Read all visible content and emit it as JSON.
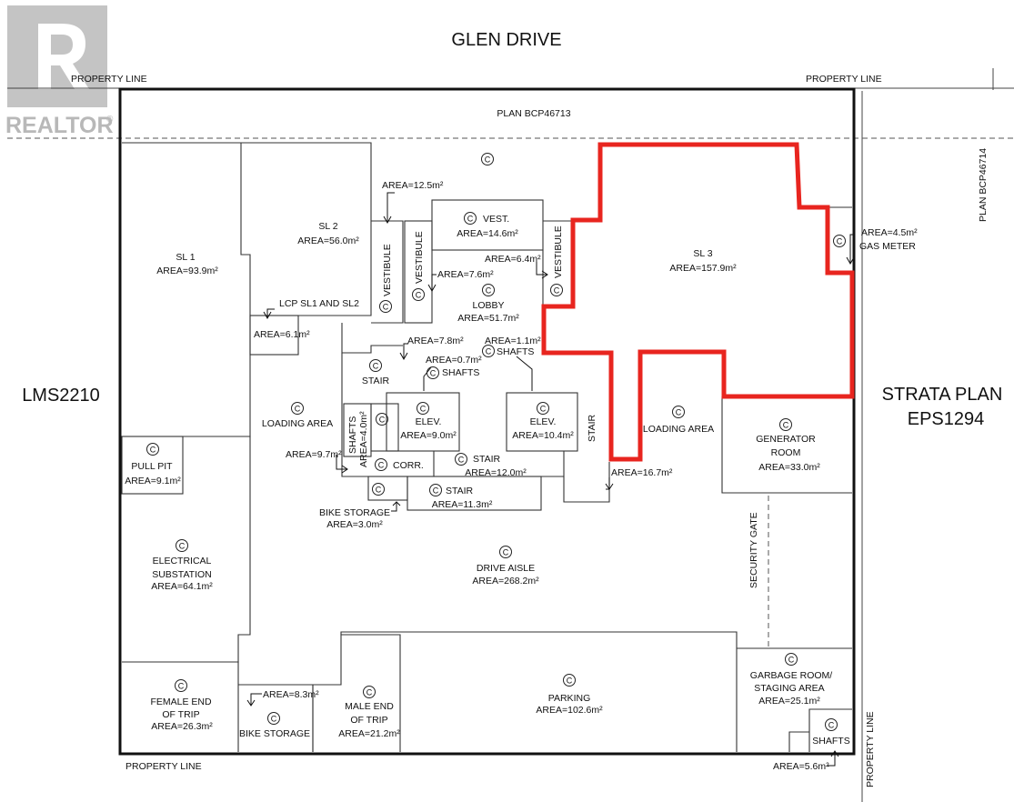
{
  "watermark": {
    "brand": "REALTOR",
    "reg_mark": "®"
  },
  "streets": {
    "top": "GLEN DRIVE",
    "left": "LMS2210",
    "right_line1": "STRATA PLAN",
    "right_line2": "EPS1294"
  },
  "property_lines": {
    "top_left": "PROPERTY LINE",
    "top_right": "PROPERTY LINE",
    "bottom_left": "PROPERTY LINE",
    "bottom_right": "PROPERTY LINE"
  },
  "plans": {
    "top": "PLAN BCP46713",
    "right": "PLAN BCP46714"
  },
  "common_symbol": "C",
  "rooms": {
    "sl1": {
      "name": "SL 1",
      "area": "AREA=93.9m²"
    },
    "sl2": {
      "name": "SL 2",
      "area": "AREA=56.0m²"
    },
    "sl3": {
      "name": "SL 3",
      "area": "AREA=157.9m²"
    },
    "lcp": {
      "name": "LCP SL1 AND SL2",
      "area": "AREA=6.1m²"
    },
    "vest": {
      "name": "VEST.",
      "area": "AREA=14.6m²"
    },
    "vestibule_a": "VESTIBULE",
    "vestibule_b": "VESTIBULE",
    "vestibule_c": "VESTIBULE",
    "lobby": {
      "name": "LOBBY",
      "area": "AREA=51.7m²"
    },
    "area_12_5": "AREA=12.5m²",
    "area_7_6": "AREA=7.6m²",
    "area_6_4": "AREA=6.4m²",
    "gas_meter": {
      "area": "AREA=4.5m²",
      "name": "GAS METER"
    },
    "area_7_8": "AREA=7.8m²",
    "stair_left": "STAIR",
    "shafts_a": {
      "area": "AREA=0.7m²",
      "name": "SHAFTS"
    },
    "shafts_b": {
      "area": "AREA=1.1m²",
      "name": "SHAFTS"
    },
    "elev1": {
      "name": "ELEV.",
      "area": "AREA=9.0m²"
    },
    "elev2": {
      "name": "ELEV.",
      "area": "AREA=10.4m²"
    },
    "shafts_c": {
      "name": "SHAFTS",
      "area": "AREA=4.0m²"
    },
    "loading_left": "LOADING AREA",
    "loading_right": "LOADING AREA",
    "stair_mid": {
      "name": "STAIR",
      "area": "AREA=12.0m²"
    },
    "stair_low": {
      "name": "STAIR",
      "area": "AREA=11.3m²"
    },
    "stair_right": "STAIR",
    "area_9_7": "AREA=9.7m²",
    "corr": "CORR.",
    "area_16_7": "AREA=16.7m²",
    "bike_storage_top": {
      "name": "BIKE STORAGE",
      "area": "AREA=3.0m²"
    },
    "generator": {
      "name1": "GENERATOR",
      "name2": "ROOM",
      "area": "AREA=33.0m²"
    },
    "pull_pit": {
      "name": "PULL PIT",
      "area": "AREA=9.1m²"
    },
    "electrical": {
      "name1": "ELECTRICAL",
      "name2": "SUBSTATION",
      "area": "AREA=64.1m²"
    },
    "drive_aisle": {
      "name": "DRIVE AISLE",
      "area": "AREA=268.2m²"
    },
    "security_gate": "SECURITY GATE",
    "female": {
      "name1": "FEMALE END",
      "name2": "OF TRIP",
      "area": "AREA=26.3m²"
    },
    "area_8_3": "AREA=8.3m²",
    "bike_storage_bottom": "BIKE STORAGE",
    "male": {
      "name1": "MALE END",
      "name2": "OF TRIP",
      "area": "AREA=21.2m²"
    },
    "parking": {
      "name": "PARKING",
      "area": "AREA=102.6m²"
    },
    "garbage": {
      "name1": "GARBAGE ROOM/",
      "name2": "STAGING AREA",
      "area": "AREA=25.1m²"
    },
    "shafts_d": "SHAFTS",
    "area_5_6": "AREA=5.6m²"
  },
  "colors": {
    "highlight": "#e8251f",
    "outline": "#111111",
    "watermark": "#bdbdbd"
  }
}
